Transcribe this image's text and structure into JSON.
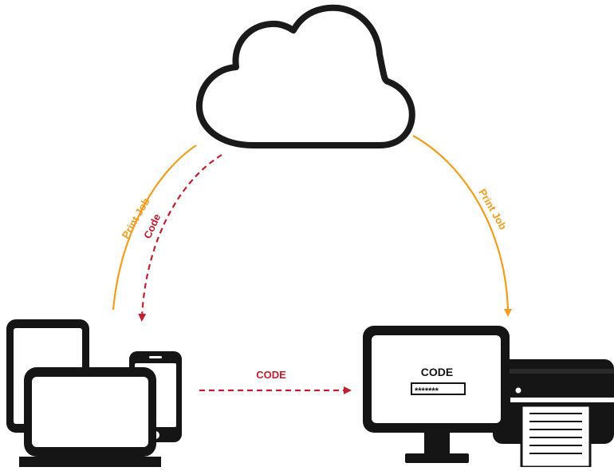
{
  "labels": {
    "print_job_left": "Print Job",
    "code_left": "Code",
    "print_job_right": "Print Job",
    "code_middle": "CODE",
    "screen_code_title": "CODE",
    "screen_code_value": "*******"
  },
  "colors": {
    "orange": "#F39C1E",
    "red": "#C0202E",
    "stroke": "#1a1a1a",
    "device_black": "#151515"
  },
  "icons": {
    "cloud": "cloud-icon",
    "tablet": "tablet-icon",
    "laptop": "laptop-icon",
    "phone": "smartphone-icon",
    "monitor": "monitor-icon",
    "printer": "printer-icon"
  }
}
